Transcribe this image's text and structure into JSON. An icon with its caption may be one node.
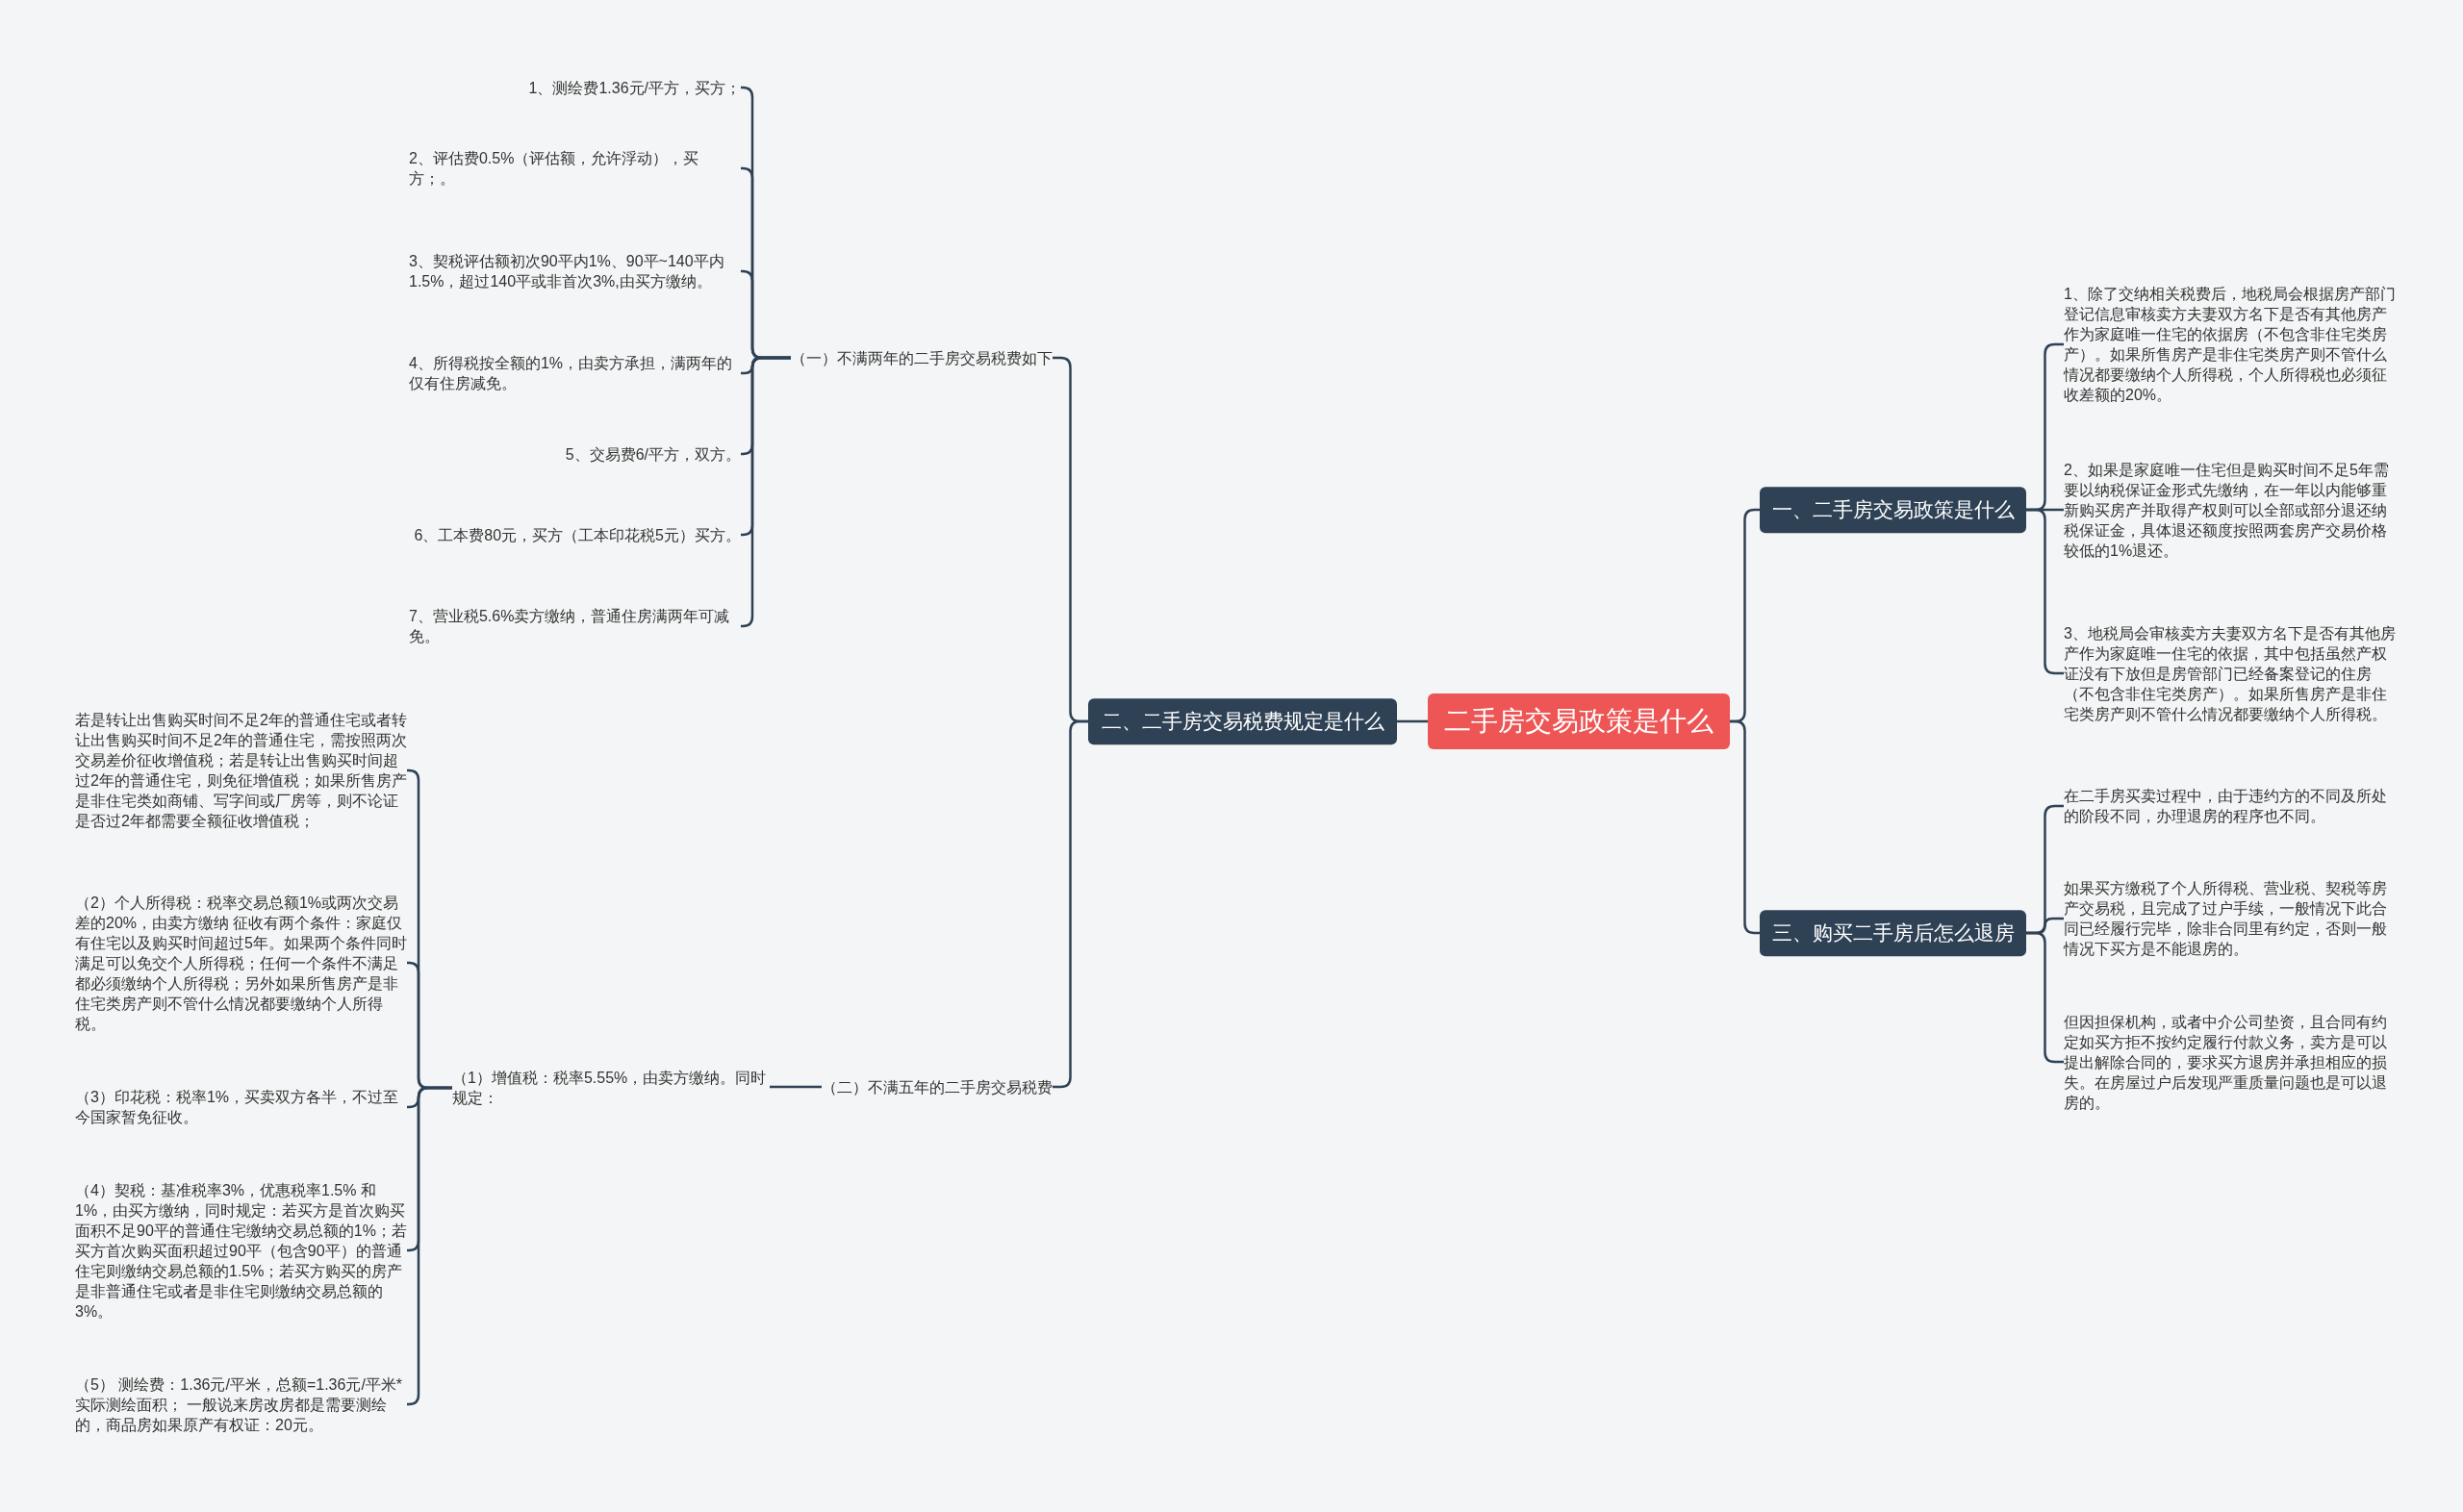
{
  "diagram": {
    "nodes": [
      {
        "text": [
          "二手房交易政策是什么"
        ]
      },
      {
        "text": [
          "一、二手房交易政策是什么"
        ]
      },
      {
        "text": [
          "1、除了交纳相关税费后，地税局会根据房产部门登记信息审核卖方夫妻双方名下是否有其他房产作为家庭唯一住宅的依据房（不包含非住宅类房产）。如果所售房产是非住宅类房产则不管什么情况都要缴纳个人所得税，个人所得税也必须征收差额的20%。"
        ]
      },
      {
        "text": [
          "2、如果是家庭唯一住宅但是购买时间不足5年需要以纳税保证金形式先缴纳，在一年以内能够重新购买房产并取得产权则可以全部或部分退还纳税保证金，具体退还额度按照两套房产交易价格较低的1%退还。"
        ]
      },
      {
        "text": [
          "3、地税局会审核卖方夫妻双方名下是否有其他房产作为家庭唯一住宅的依据，其中包括虽然产权证没有下放但是房管部门已经备案登记的住房（不包含非住宅类房产）。如果所售房产是非住宅类房产则不管什么情况都要缴纳个人所得税。"
        ]
      },
      {
        "text": [
          "三、购买二手房后怎么退房"
        ]
      },
      {
        "text": [
          "在二手房买卖过程中，由于违约方的不同及所处的阶段不同，办理退房的程序也不同。"
        ]
      },
      {
        "text": [
          "如果买方缴税了个人所得税、营业税、契税等房产交易税，且完成了过户手续，一般情况下此合同已经履行完毕，除非合同里有约定，否则一般情况下买方是不能退房的。"
        ]
      },
      {
        "text": [
          "但因担保机构，或者中介公司垫资，且合同有约定如买方拒不按约定履行付款义务，卖方是可以提出解除合同的，要求买方退房并承担相应的损失。在房屋过户后发现严重质量问题也是可以退房的。"
        ]
      },
      {
        "text": [
          "二、二手房交易税费规定是什么"
        ]
      },
      {
        "text": [
          "（一）不满两年的二手房交易税费如下"
        ]
      },
      {
        "text": [
          "1、测绘费1.36元/平方，买方；"
        ]
      },
      {
        "text": [
          "2、评估费0.5%（评估额，允许浮动），买方；。"
        ]
      },
      {
        "text": [
          "3、契税评估额初次90平内1%、90平~140平内1.5%，超过140平或非首次3%,由买方缴纳。"
        ]
      },
      {
        "text": [
          "4、所得税按全额的1%，由卖方承担，满两年的仅有住房减免。"
        ]
      },
      {
        "text": [
          "5、交易费6/平方，双方。"
        ]
      },
      {
        "text": [
          "6、工本费80元，买方（工本印花税5元）买方。"
        ]
      },
      {
        "text": [
          "7、营业税5.6%卖方缴纳，普通住房满两年可减免。"
        ]
      },
      {
        "text": [
          "（二）不满五年的二手房交易税费"
        ]
      },
      {
        "text": [
          "（1）增值税：税率5.55%，由卖方缴纳。同时规定："
        ]
      },
      {
        "text": [
          "若是转让出售购买时间不足2年的普通住宅或者转让出售购买时间不足2年的普通住宅，需按照两次交易差价征收增值税；若是转让出售购买时间超过2年的普通住宅，则免征增值税；如果所售房产是非住宅类如商铺、写字间或厂房等，则不论证是否过2年都需要全额征收增值税；"
        ]
      },
      {
        "text": [
          "（2）个人所得税：税率交易总额1%或两次交易差的20%，由卖方缴纳 征收有两个条件：家庭仅有住宅以及购买时间超过5年。如果两个条件同时满足可以免交个人所得税；任何一个条件不满足都必须缴纳个人所得税；另外如果所售房产是非住宅类房产则不管什么情况都要缴纳个人所得税。"
        ]
      },
      {
        "text": [
          "（3）印花税：税率1%，买卖双方各半，不过至今国家暂免征收。"
        ]
      },
      {
        "text": [
          "（4）契税：基准税率3%，优惠税率1.5% 和1%，由买方缴纳，同时规定：若买方是首次购买面积不足90平的普通住宅缴纳交易总额的1%；若买方首次购买面积超过90平（包含90平）的普通住宅则缴纳交易总额的1.5%；若买方购买的房产是非普通住宅或者是非住宅则缴纳交易总额的3%。"
        ]
      },
      {
        "text": [
          "（5） 测绘费：1.36元/平米，总额=1.36元/平米*实际测绘面积； 一般说来房改房都是需要测绘的，商品房如果原产有权证：20元。"
        ]
      }
    ],
    "edges": [
      {
        "from": 0,
        "to": 1,
        "arrow": "none"
      },
      {
        "from": 1,
        "to": 2,
        "arrow": "none"
      },
      {
        "from": 1,
        "to": 3,
        "arrow": "none"
      },
      {
        "from": 1,
        "to": 4,
        "arrow": "none"
      },
      {
        "from": 0,
        "to": 5,
        "arrow": "none"
      },
      {
        "from": 5,
        "to": 6,
        "arrow": "none"
      },
      {
        "from": 5,
        "to": 7,
        "arrow": "none"
      },
      {
        "from": 5,
        "to": 8,
        "arrow": "none"
      },
      {
        "from": 0,
        "to": 9,
        "arrow": "none"
      },
      {
        "from": 9,
        "to": 10,
        "arrow": "none"
      },
      {
        "from": 10,
        "to": 11,
        "arrow": "none"
      },
      {
        "from": 10,
        "to": 12,
        "arrow": "none"
      },
      {
        "from": 10,
        "to": 13,
        "arrow": "none"
      },
      {
        "from": 10,
        "to": 14,
        "arrow": "none"
      },
      {
        "from": 10,
        "to": 15,
        "arrow": "none"
      },
      {
        "from": 10,
        "to": 16,
        "arrow": "none"
      },
      {
        "from": 10,
        "to": 17,
        "arrow": "none"
      },
      {
        "from": 9,
        "to": 18,
        "arrow": "none"
      },
      {
        "from": 18,
        "to": 19,
        "arrow": "none"
      },
      {
        "from": 19,
        "to": 20,
        "arrow": "none"
      },
      {
        "from": 19,
        "to": 21,
        "arrow": "none"
      },
      {
        "from": 19,
        "to": 22,
        "arrow": "none"
      },
      {
        "from": 19,
        "to": 23,
        "arrow": "none"
      },
      {
        "from": 19,
        "to": 24,
        "arrow": "none"
      }
    ]
  }
}
